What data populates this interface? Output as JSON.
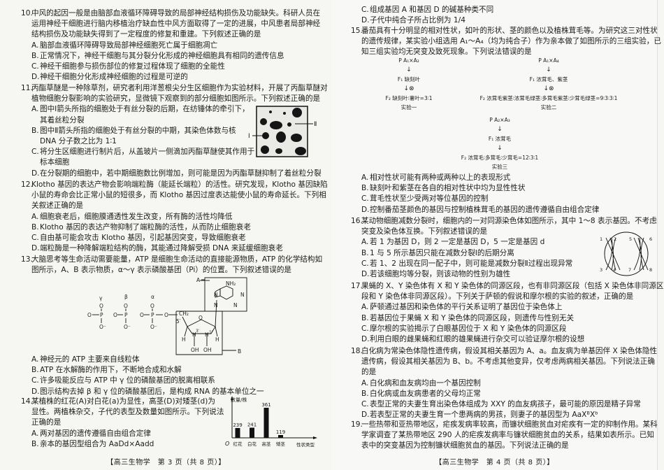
{
  "left": {
    "questions": [
      {
        "num": "10.",
        "stem": [
          "中风的起因一般是由脑部血液循环障碍导致的局部神经结构损伤及功能缺失。科研人员在",
          "运用神经干细胞进行脑内移植治疗缺血性中风方面取得了一定的进展，中风患者局部神经",
          "结构损伤及功能缺失得到了一定程度的修复和重建。下列叙述正确的是"
        ],
        "options": [
          {
            "label": "A.",
            "lines": [
              "脑部血液循环障碍导致局部神经细胞死亡属于细胞凋亡"
            ]
          },
          {
            "label": "B.",
            "lines": [
              "正常情况下，神经干细胞与其分裂分化形成的神经细胞具有相同的遗传信息"
            ]
          },
          {
            "label": "C.",
            "lines": [
              "神经干细胞参与损伤部位的修复过程体现了细胞的全能性"
            ]
          },
          {
            "label": "D.",
            "lines": [
              "神经干细胞分化形成神经细胞的过程是可逆的"
            ]
          }
        ]
      },
      {
        "num": "11.",
        "stem": [
          "丙酯草醚是一种除草剂，研究者利用洋葱根尖分生区细胞作为实验材料，开展了丙酯草醚对",
          "植物细胞分裂影响的实验研究，显微镜下观察到的部分细胞如图所示。下列叙述正确的是"
        ],
        "options": [
          {
            "label": "A.",
            "lines": [
              "图中Ⅰ箭头所指的细胞处于有丝分裂的后期，在纺锤体的牵引下，",
              "其着丝粒分裂"
            ]
          },
          {
            "label": "B.",
            "lines": [
              "图中Ⅱ箭头所指的细胞处于有丝分裂的中期，其染色体数与核",
              "DNA 分子数之比为 1∶1"
            ]
          },
          {
            "label": "C.",
            "lines": [
              "将分生区细胞进行制片后，从盖玻片一侧滴加丙酯草醚使其作用于",
              "标本细胞"
            ]
          },
          {
            "label": "D.",
            "lines": [
              "在分裂期的细胞中，若中期细胞数比例增加，则可能是因为丙酯草醚抑制了着丝粒分裂"
            ]
          }
        ]
      },
      {
        "num": "12.",
        "stem": [
          "Klotho 基因的表达产物会影响端粒酶（能延长端粒）的活性。研究发现，Klotho 基因缺陷",
          "小鼠的寿命会比正常小鼠的短很多，而 Klotho 基因过度表达能使小鼠的寿命延长。下列相",
          "关叙述正确的是"
        ],
        "options": [
          {
            "label": "A.",
            "lines": [
              "细胞衰老后，细胞膜通透性发生改变，所有酶的活性均降低"
            ]
          },
          {
            "label": "B.",
            "lines": [
              "Klotho 基因的表达产物抑制了端粒酶的活性，从而防止细胞衰老"
            ]
          },
          {
            "label": "C.",
            "lines": [
              "自由基可能会攻击 Klotho 基因，引起基因突变，导致细胞衰老"
            ]
          },
          {
            "label": "D.",
            "lines": [
              "端粒酶是一种降解端粒结构的酶，其能通过降解受损 DNA 来延缓细胞衰老"
            ]
          }
        ]
      },
      {
        "num": "13.",
        "stem": [
          "大脑思考等生命活动需要能量，ATP 是细胞生命活动的直接能源物质，ATP 的化学结构如",
          "图所示，A、B 表示物质，α～γ 表示磷酸基团（Pi）的位置。下列叙述错误的是"
        ],
        "options": []
      },
      {
        "num": "",
        "stem": [],
        "options": [
          {
            "label": "A.",
            "lines": [
              "神经元的 ATP 主要来自线粒体"
            ]
          },
          {
            "label": "B.",
            "lines": [
              "ATP 在水解酶的作用下，不断地合成和水解"
            ]
          },
          {
            "label": "C.",
            "lines": [
              "许多吸能反应与 ATP 中 γ 位的磷酸基团的脱离相联系"
            ]
          },
          {
            "label": "D.",
            "lines": [
              "图示结构去掉 β 和 γ 位的磷酸基团后，是构成 RNA 的基本单位之一"
            ]
          }
        ]
      },
      {
        "num": "14.",
        "stem": [
          "某植株的红花(A)对白花(a)为显性，高茎(D)对矮茎(d)为",
          "显性。两植株杂交，子代的表型及数量如图所示。下列说法",
          "正确的是"
        ],
        "options": [
          {
            "label": "A.",
            "lines": [
              "两对基因的遗传遵循自由组合定律"
            ]
          },
          {
            "label": "B.",
            "lines": [
              "亲本的基因型组合为 AaDd×Aadd"
            ]
          }
        ]
      }
    ],
    "micrograph": {
      "label_I": "Ⅰ",
      "label_II": "Ⅱ"
    },
    "atp_figure": {
      "gamma": "γ",
      "beta": "β",
      "alpha": "α",
      "P": "P",
      "O": "O",
      "O_minus": "O⁻",
      "CH2": "CH₂",
      "five_prime": "5′",
      "NH2": "NH₂",
      "N": "N",
      "H": "H",
      "three_prime": "3′",
      "one_prime": "1′",
      "OH": "OH",
      "label_A": "A",
      "label_B": "B"
    },
    "footer": "【高三生物学　第 3 页（共 8 页）】"
  },
  "chart_data": {
    "type": "bar",
    "categories": [
      "红花",
      "白花",
      "高茎",
      "矮茎"
    ],
    "values": [
      239,
      241,
      361,
      119
    ],
    "ylabel": "数量/株",
    "xlabel": "性状类型",
    "origin_label": "O",
    "grid": false
  },
  "right": {
    "questions": [
      {
        "num": "",
        "stem": [],
        "options": [
          {
            "label": "C.",
            "lines": [
              "组成基因 A 和基因 D 的碱基种类不同"
            ]
          },
          {
            "label": "D.",
            "lines": [
              "子代中纯合子所占比例为 1/4"
            ]
          }
        ]
      },
      {
        "num": "15.",
        "stem": [
          "番茄具有十分明显的相对性状，如叶的形状、茎的颜色以及植株茸毛等。为研究这三对性状",
          "的遗传规律，某实验小组选用 A₁～A₄（均为纯合子）作为亲本做了如图所示的三组实验，已",
          "知三组实验均无突变及致死现象。下列说法错误的是"
        ],
        "options": []
      },
      {
        "num": "",
        "stem": [],
        "options": [
          {
            "label": "A.",
            "lines": [
              "相对性状可能有两种或两种以上的表现形式"
            ]
          },
          {
            "label": "B.",
            "lines": [
              "缺刻叶和紫茎在各自的相对性状中均为显性性状"
            ]
          },
          {
            "label": "C.",
            "lines": [
              "茸毛性状至少受两对等位基因的控制"
            ]
          },
          {
            "label": "D.",
            "lines": [
              "控制番茄茎颜色的基因与控制植株茸毛的基因的遗传遵循自由组合定律"
            ]
          }
        ]
      },
      {
        "num": "16.",
        "stem": [
          "某动物细胞减数分裂时，细胞内的一对同源染色体如图所示，其中 1～8 表示基因。不考虑",
          "突变及染色体互换。下列叙述错误的是"
        ],
        "options": [
          {
            "label": "A.",
            "lines": [
              "若 1 为基因 D，则 2 一定是基因 D，5 一定是基因 d"
            ]
          },
          {
            "label": "B.",
            "lines": [
              "1 与 5 所示基因只能在减数分裂Ⅰ的后期分离"
            ]
          },
          {
            "label": "C.",
            "lines": [
              "若 1、2 出现在同一配子中，则可能是减数分裂Ⅱ过程出现异常"
            ]
          },
          {
            "label": "D.",
            "lines": [
              "若该细胞均等分裂，则该动物的性别为雄性"
            ]
          }
        ]
      },
      {
        "num": "17.",
        "stem": [
          "果蝇的 X、Y 染色体有 X 和 Y 染色体的同源区段，也有非同源区段（包括 X 染色体非同源区",
          "段和 Y 染色体非同源区段）。下列关于萨顿的假说和摩尔根的实验的叙述，正确的是"
        ],
        "options": [
          {
            "label": "A.",
            "lines": [
              "萨顿通过基因和染色体的平行关系证明了基因位于染色体上"
            ]
          },
          {
            "label": "B.",
            "lines": [
              "若基因位于果蝇 X 和 Y 染色体的同源区段，则遗传与性别无关"
            ]
          },
          {
            "label": "C.",
            "lines": [
              "摩尔根的实验揭示了白眼基因位于 X 和 Y 染色体的同源区段"
            ]
          },
          {
            "label": "D.",
            "lines": [
              "利用白眼的雌果蝇和红眼的雄果蝇进行杂交可以验证摩尔根的设想"
            ]
          }
        ]
      },
      {
        "num": "18.",
        "stem": [
          "白化病为常染色体隐性遗传病，假设其相关基因为 A、a。血友病为单基因伴 X 染色体隐性",
          "遗传病，假设其相关基因为 B、b。不考虑其他变异，仅考虑两病相关基因。下列说法正确",
          "的是"
        ],
        "options": [
          {
            "label": "A.",
            "lines": [
              "白化病和血友病均由一个基因控制"
            ]
          },
          {
            "label": "B.",
            "lines": [
              "白化病或血友病患者的父母均正常"
            ]
          },
          {
            "label": "C.",
            "lines": [
              "表型正常的夫妻生育出染色体组成为 XXY 的血友病孩子，最可能的原因是精子异常"
            ]
          },
          {
            "label": "D.",
            "lines": [
              "若表型正常的夫妻生育一个患两病的男孩，则妻子的基因型为 AaXᴮXᵇ"
            ]
          }
        ]
      },
      {
        "num": "19.",
        "stem": [
          "一些热带和亚热带地区，疟疾发病率较高，而镰状细胞贫血对疟疾有一定的抑制作用。某科",
          "学家调查了某热带地区 290 人的疟疾发病率与镰状细胞贫血的关系，结果如表所示。已知",
          "表中的突变基因为控制镰状细胞贫血的基因。下列说法正确的是"
        ],
        "options": []
      }
    ],
    "experiments": [
      {
        "P": "P A₁×A₂",
        "F1": "F₁ 缺刻叶",
        "selfing": "⊗",
        "F2": "F₂ 缺刻叶∶薯叶=3∶1",
        "label": "实验一"
      },
      {
        "P": "P A₁×A₄",
        "F1": "F₁ 浓茸毛、紫茎",
        "selfing": "⊗",
        "F2": "F₂ 浓茸毛紫茎∶浓茸毛绿茎∶多茸毛紫茎∶少茸毛绿茎=9∶3∶3∶1",
        "label": "实验二"
      },
      {
        "P": "P A₂×A₃",
        "F1": "F₁ 浓茸毛",
        "selfing": "",
        "F2": "F₂ 浓茸毛∶多茸毛∶少茸毛=12∶3∶1",
        "label": "实验三"
      }
    ],
    "chromosome_figure": {
      "genes": [
        "1",
        "2",
        "3",
        "4",
        "5",
        "6",
        "7",
        "8"
      ]
    },
    "footer": "【高三生物学　第 4 页（共 8 页）】"
  }
}
